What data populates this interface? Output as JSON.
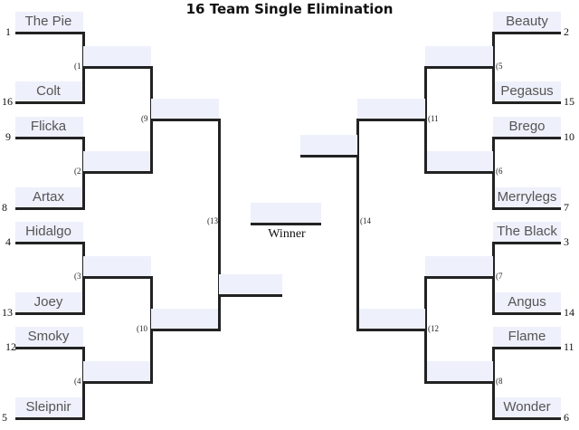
{
  "title": "16 Team Single Elimination",
  "winner_label": "Winner",
  "left_teams": [
    {
      "name": "The Pie",
      "seed": "1"
    },
    {
      "name": "Colt",
      "seed": "16"
    },
    {
      "name": "Flicka",
      "seed": "9"
    },
    {
      "name": "Artax",
      "seed": "8"
    },
    {
      "name": "Hidalgo",
      "seed": "4"
    },
    {
      "name": "Joey",
      "seed": "13"
    },
    {
      "name": "Smoky",
      "seed": "12"
    },
    {
      "name": "Sleipnir",
      "seed": "5"
    }
  ],
  "right_teams": [
    {
      "name": "Beauty",
      "seed": "2"
    },
    {
      "name": "Pegasus",
      "seed": "15"
    },
    {
      "name": "Brego",
      "seed": "10"
    },
    {
      "name": "Merrylegs",
      "seed": "7"
    },
    {
      "name": "The Black",
      "seed": "3"
    },
    {
      "name": "Angus",
      "seed": "14"
    },
    {
      "name": "Flame",
      "seed": "11"
    },
    {
      "name": "Wonder",
      "seed": "6"
    }
  ],
  "games": {
    "left_r1": [
      "(1",
      "(2",
      "(3",
      "(4"
    ],
    "left_r2": [
      "(9",
      "(10"
    ],
    "left_r3": "(13",
    "right_r1": [
      "(5",
      "(6",
      "(7",
      "(8"
    ],
    "right_r2": [
      "(11",
      "(12"
    ],
    "right_r3": "(14"
  }
}
